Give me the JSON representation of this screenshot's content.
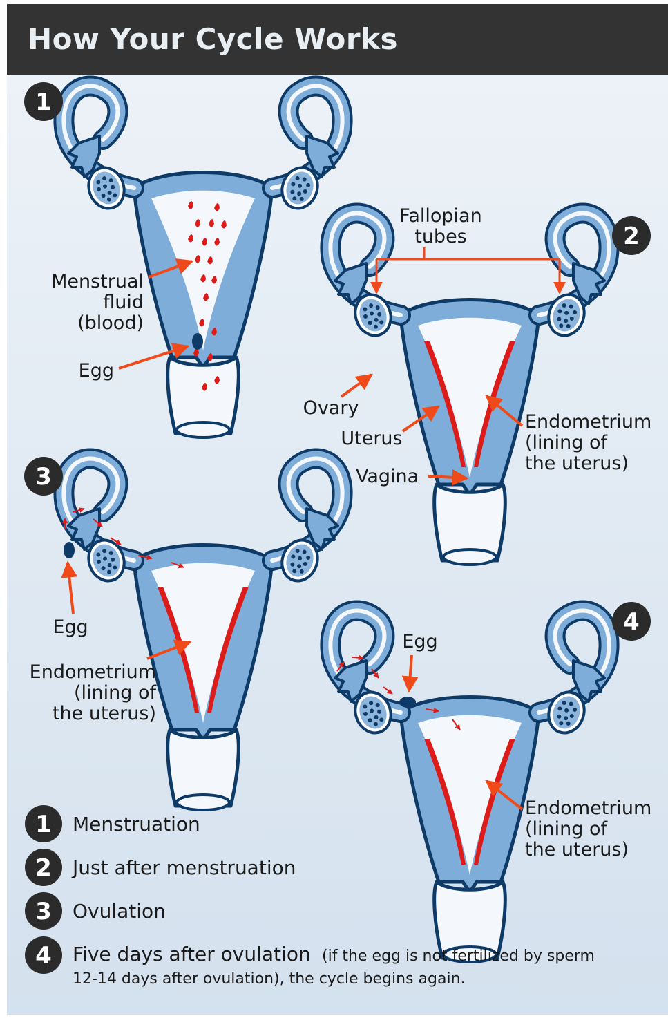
{
  "title": "How Your Cycle Works",
  "colors": {
    "header": "#333333",
    "tissue": "#7fadd9",
    "outline": "#0e3a68",
    "blood": "#dd1c1a",
    "arrow": "#f04a1a",
    "cavity": "#f4f8fc"
  },
  "stages": [
    {
      "number": "1",
      "labels": {
        "menstrual_1": "Menstrual",
        "menstrual_2": "fluid",
        "menstrual_3": "(blood)",
        "egg": "Egg"
      }
    },
    {
      "number": "2",
      "labels": {
        "fallopian_1": "Fallopian",
        "fallopian_2": "tubes",
        "ovary": "Ovary",
        "uterus": "Uterus",
        "vagina": "Vagina",
        "endo_1": "Endometrium",
        "endo_2": "(lining of",
        "endo_3": "the uterus)"
      }
    },
    {
      "number": "3",
      "labels": {
        "egg": "Egg",
        "endo_1": "Endometrium",
        "endo_2": "(lining of",
        "endo_3": "the uterus)"
      }
    },
    {
      "number": "4",
      "labels": {
        "egg": "Egg",
        "endo_1": "Endometrium",
        "endo_2": "(lining of",
        "endo_3": "the uterus)"
      }
    }
  ],
  "legend": [
    {
      "number": "1",
      "text": "Menstruation"
    },
    {
      "number": "2",
      "text": "Just after menstruation"
    },
    {
      "number": "3",
      "text": "Ovulation"
    },
    {
      "number": "4",
      "text": "Five days after ovulation",
      "note_1": "(if the egg is not fertilized by sperm",
      "note_2": "12-14 days after ovulation), the cycle begins again."
    }
  ]
}
